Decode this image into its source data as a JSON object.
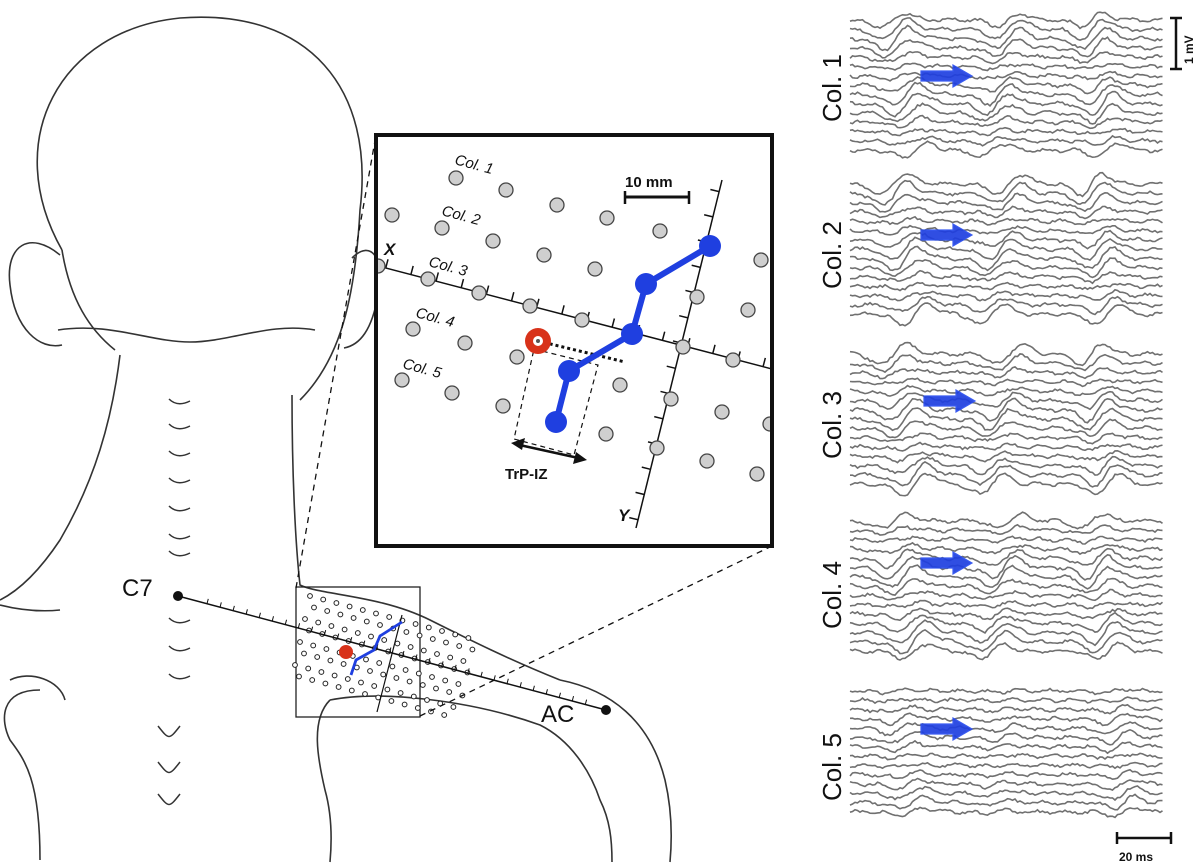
{
  "anatomy": {
    "landmark_c7": "C7",
    "landmark_ac": "AC"
  },
  "inset": {
    "columns": [
      "Col. 1",
      "Col. 2",
      "Col. 3",
      "Col. 4",
      "Col. 5"
    ],
    "scale_bar_label": "10 mm",
    "axis_x_label": "X",
    "axis_y_label": "Y",
    "trp_iz_label": "TrP-IZ"
  },
  "traces": {
    "columns": [
      "Col. 1",
      "Col. 2",
      "Col. 3",
      "Col. 4",
      "Col. 5"
    ],
    "voltage_scale_label": "1 mV",
    "time_scale_label": "20 ms"
  },
  "colors": {
    "innervation_zone": "#1f3fe0",
    "trigger_point": "#d8321a",
    "electrode_fill": "#cfcfcf",
    "trace_line": "#707070"
  }
}
